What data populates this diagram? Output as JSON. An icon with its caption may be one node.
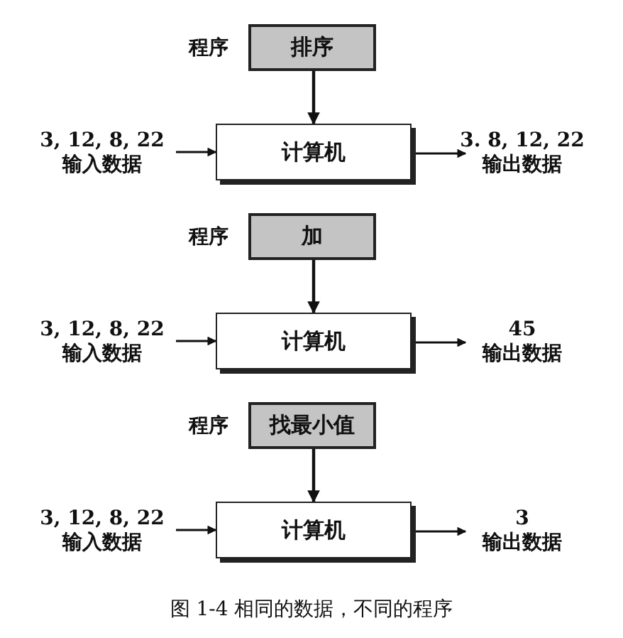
{
  "diagram": {
    "caption": "图 1-4 相同的数据，不同的程序",
    "nodes": [
      {
        "text": [
          "排序"
        ],
        "beside": [
          "程序"
        ]
      },
      {
        "text": [
          "3, 12, 8, 22",
          "输入数据"
        ]
      },
      {
        "text": [
          "计算机"
        ]
      },
      {
        "text": [
          "3. 8, 12, 22",
          "输出数据"
        ]
      },
      {
        "text": [
          "加"
        ],
        "beside": [
          "程序"
        ]
      },
      {
        "text": [
          "3, 12, 8, 22",
          "输入数据"
        ]
      },
      {
        "text": [
          "计算机"
        ]
      },
      {
        "text": [
          "45",
          "输出数据"
        ]
      },
      {
        "text": [
          "找最小值"
        ],
        "beside": [
          "程序"
        ]
      },
      {
        "text": [
          "3, 12, 8, 22",
          "输入数据"
        ]
      },
      {
        "text": [
          "计算机"
        ]
      },
      {
        "text": [
          "3",
          "输出数据"
        ]
      }
    ],
    "edges": [
      {
        "from": 0,
        "to": 2,
        "arrow": "to"
      },
      {
        "from": 1,
        "to": 2,
        "arrow": "to"
      },
      {
        "from": 2,
        "to": 3,
        "arrow": "to"
      },
      {
        "from": 4,
        "to": 6,
        "arrow": "to"
      },
      {
        "from": 5,
        "to": 6,
        "arrow": "to"
      },
      {
        "from": 6,
        "to": 7,
        "arrow": "to"
      },
      {
        "from": 8,
        "to": 10,
        "arrow": "to"
      },
      {
        "from": 9,
        "to": 10,
        "arrow": "to"
      },
      {
        "from": 10,
        "to": 11,
        "arrow": "to"
      }
    ]
  }
}
